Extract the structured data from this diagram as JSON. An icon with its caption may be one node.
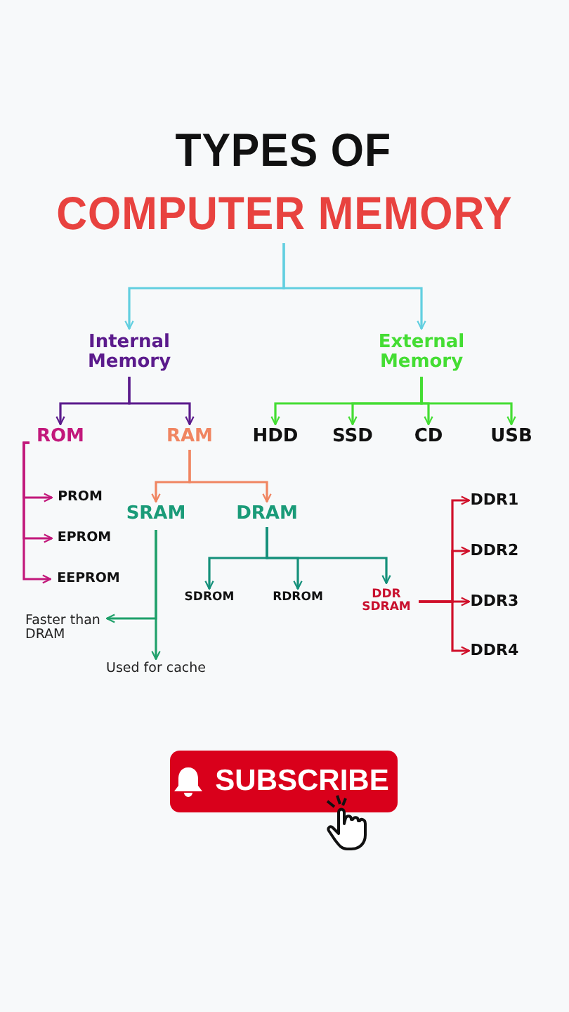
{
  "diagram": {
    "nodes": [
      {
        "text": [
          "TYPES OF",
          "COMPUTER MEMORY"
        ]
      },
      {
        "text": [
          "Internal Memory"
        ]
      },
      {
        "text": [
          "External Memory"
        ]
      },
      {
        "text": [
          "ROM"
        ]
      },
      {
        "text": [
          "RAM"
        ]
      },
      {
        "text": [
          "HDD"
        ]
      },
      {
        "text": [
          "SSD"
        ]
      },
      {
        "text": [
          "CD"
        ]
      },
      {
        "text": [
          "USB"
        ]
      },
      {
        "text": [
          "PROM"
        ]
      },
      {
        "text": [
          "EPROM"
        ]
      },
      {
        "text": [
          "EEPROM"
        ]
      },
      {
        "text": [
          "SRAM"
        ]
      },
      {
        "text": [
          "DRAM"
        ]
      },
      {
        "text": [
          "SDROM"
        ]
      },
      {
        "text": [
          "RDROM"
        ]
      },
      {
        "text": [
          "DDR SDRAM"
        ]
      },
      {
        "text": [
          "Faster than DRAM"
        ]
      },
      {
        "text": [
          "Used for cache"
        ]
      },
      {
        "text": [
          "DDR1"
        ]
      },
      {
        "text": [
          "DDR2"
        ]
      },
      {
        "text": [
          "DDR3"
        ]
      },
      {
        "text": [
          "DDR4"
        ]
      },
      {
        "text": [
          "SUBSCRIBE"
        ]
      }
    ],
    "edges": [
      {
        "from": 0,
        "to": 1,
        "arrow": "to",
        "color": "#62cfe0"
      },
      {
        "from": 0,
        "to": 2,
        "arrow": "to",
        "color": "#62cfe0"
      },
      {
        "from": 1,
        "to": 3,
        "arrow": "to",
        "color": "#5b1b8c"
      },
      {
        "from": 1,
        "to": 4,
        "arrow": "to",
        "color": "#5b1b8c"
      },
      {
        "from": 2,
        "to": 5,
        "arrow": "to",
        "color": "#44dd33"
      },
      {
        "from": 2,
        "to": 6,
        "arrow": "to",
        "color": "#44dd33"
      },
      {
        "from": 2,
        "to": 7,
        "arrow": "to",
        "color": "#44dd33"
      },
      {
        "from": 2,
        "to": 8,
        "arrow": "to",
        "color": "#44dd33"
      },
      {
        "from": 3,
        "to": 9,
        "arrow": "to",
        "color": "#c2187b"
      },
      {
        "from": 3,
        "to": 10,
        "arrow": "to",
        "color": "#c2187b"
      },
      {
        "from": 3,
        "to": 11,
        "arrow": "to",
        "color": "#c2187b"
      },
      {
        "from": 4,
        "to": 12,
        "arrow": "to",
        "color": "#f08561"
      },
      {
        "from": 4,
        "to": 13,
        "arrow": "to",
        "color": "#f08561"
      },
      {
        "from": 12,
        "to": 17,
        "arrow": "to",
        "color": "#1fa06a"
      },
      {
        "from": 12,
        "to": 18,
        "arrow": "to",
        "color": "#1fa06a"
      },
      {
        "from": 13,
        "to": 14,
        "arrow": "to",
        "color": "#14907a"
      },
      {
        "from": 13,
        "to": 15,
        "arrow": "to",
        "color": "#14907a"
      },
      {
        "from": 13,
        "to": 16,
        "arrow": "to",
        "color": "#14907a"
      },
      {
        "from": 16,
        "to": 19,
        "arrow": "to",
        "color": "#d0102a"
      },
      {
        "from": 16,
        "to": 20,
        "arrow": "to",
        "color": "#d0102a"
      },
      {
        "from": 16,
        "to": 21,
        "arrow": "to",
        "color": "#d0102a"
      },
      {
        "from": 16,
        "to": 22,
        "arrow": "to",
        "color": "#d0102a"
      }
    ]
  }
}
